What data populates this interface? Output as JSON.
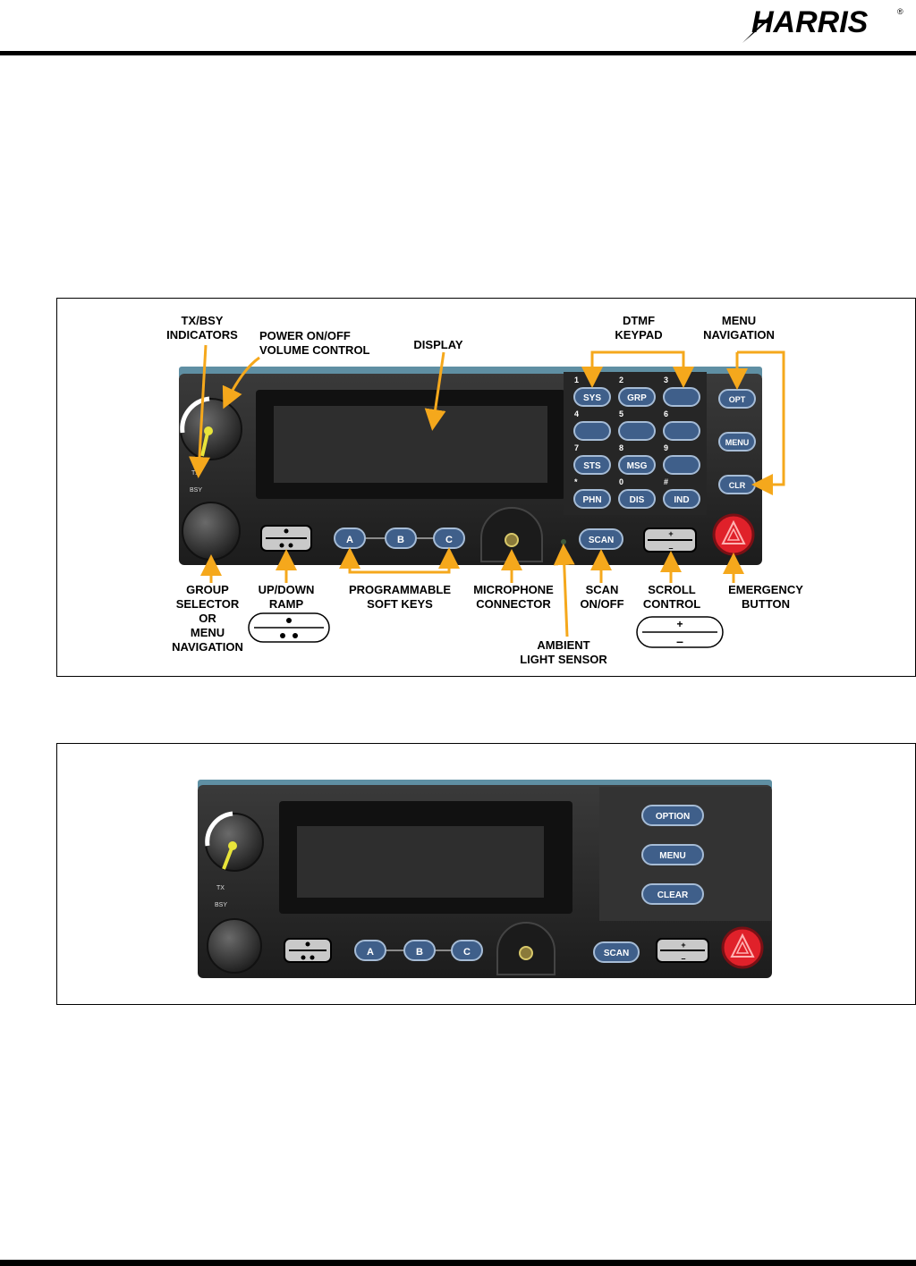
{
  "header": {
    "logo_text": "HARRIS",
    "logo_mark": "®"
  },
  "figure1": {
    "labels": {
      "tx_bsy": "TX/BSY\nINDICATORS",
      "power": "POWER ON/OFF\nVOLUME CONTROL",
      "display": "DISPLAY",
      "dtmf": "DTMF\nKEYPAD",
      "menu_nav_top": "MENU\nNAVIGATION",
      "group_selector": "GROUP\nSELECTOR\nOR\nMENU\nNAVIGATION",
      "up_down_ramp": "UP/DOWN\nRAMP",
      "soft_keys": "PROGRAMMABLE\nSOFT KEYS",
      "mic": "MICROPHONE\nCONNECTOR",
      "scan": "SCAN\nON/OFF",
      "scroll": "SCROLL\nCONTROL",
      "emergency": "EMERGENCY\nBUTTON",
      "ambient": "AMBIENT\nLIGHT SENSOR"
    },
    "indicators": {
      "tx": "TX",
      "bsy": "BSY"
    },
    "soft_keys": [
      "A",
      "B",
      "C"
    ],
    "keypad_numbers": [
      "1",
      "2",
      "3",
      "4",
      "5",
      "6",
      "7",
      "8",
      "9",
      "*",
      "0",
      "#"
    ],
    "keypad_keys": [
      "SYS",
      "GRP",
      "",
      "",
      "",
      "",
      "STS",
      "MSG",
      "",
      "PHN",
      "DIS",
      "IND"
    ],
    "nav_keys": [
      "OPT",
      "MENU",
      "CLR"
    ],
    "scan_key": "SCAN",
    "scroll_plus": "+",
    "scroll_minus": "–"
  },
  "figure2": {
    "indicators": {
      "tx": "TX",
      "bsy": "BSY"
    },
    "soft_keys": [
      "A",
      "B",
      "C"
    ],
    "option_keys": [
      "OPTION",
      "MENU",
      "CLEAR"
    ],
    "scan_key": "SCAN",
    "scroll_plus": "+",
    "scroll_minus": "–"
  },
  "colors": {
    "arrow": "#f5a81c",
    "panel": "#2c2c2c",
    "display": "#2b2b2b",
    "emergency": "#e0212a"
  }
}
